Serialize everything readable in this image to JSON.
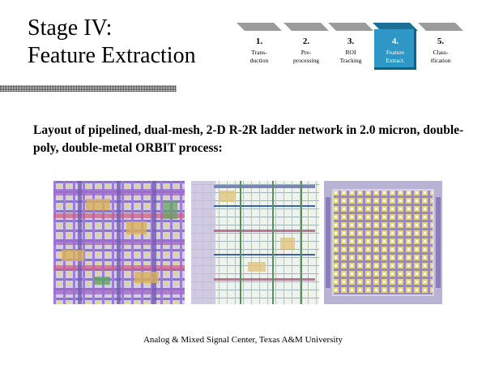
{
  "title": {
    "line1": "Stage IV:",
    "line2": "Feature Extraction"
  },
  "stages": [
    {
      "num": "1.",
      "label": "Trans-\nduction",
      "active": false
    },
    {
      "num": "2.",
      "label": "Pre-\nprocessing",
      "active": false
    },
    {
      "num": "3.",
      "label": "ROI\nTracking",
      "active": false
    },
    {
      "num": "4.",
      "label": "Feature\nExtract.",
      "active": true
    },
    {
      "num": "5.",
      "label": "Class-\nification",
      "active": false
    }
  ],
  "description": "Layout of pipelined, dual-mesh, 2-D R-2R ladder network in 2.0 micron, double-poly, double-metal ORBIT process:",
  "footer": "Analog & Mixed Signal Center, Texas A&M University",
  "colors": {
    "active_stage": "#2f97c6",
    "tab_gray": "#9b9b9b"
  }
}
